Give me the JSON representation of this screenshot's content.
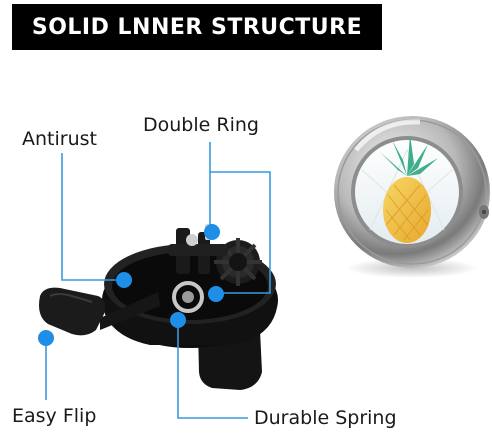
{
  "title": "SOLID LNNER STRUCTURE",
  "labels": {
    "antirust": "Antirust",
    "double_ring": "Double Ring",
    "easy_flip": "Easy Flip",
    "durable_spring": "Durable Spring"
  },
  "colors": {
    "banner": "#000000",
    "banner_text": "#ffffff",
    "callout_line": "#3a9ad9",
    "callout_dot": "#1e8ee6",
    "mechanism": "#151515",
    "chrome": "#c9c9c9",
    "pineapple": "#f2c341",
    "leaves": "#3fae8a"
  },
  "icons": [
    "bell-mechanism-image",
    "pineapple-bell-image",
    "callout-dot-icon"
  ]
}
